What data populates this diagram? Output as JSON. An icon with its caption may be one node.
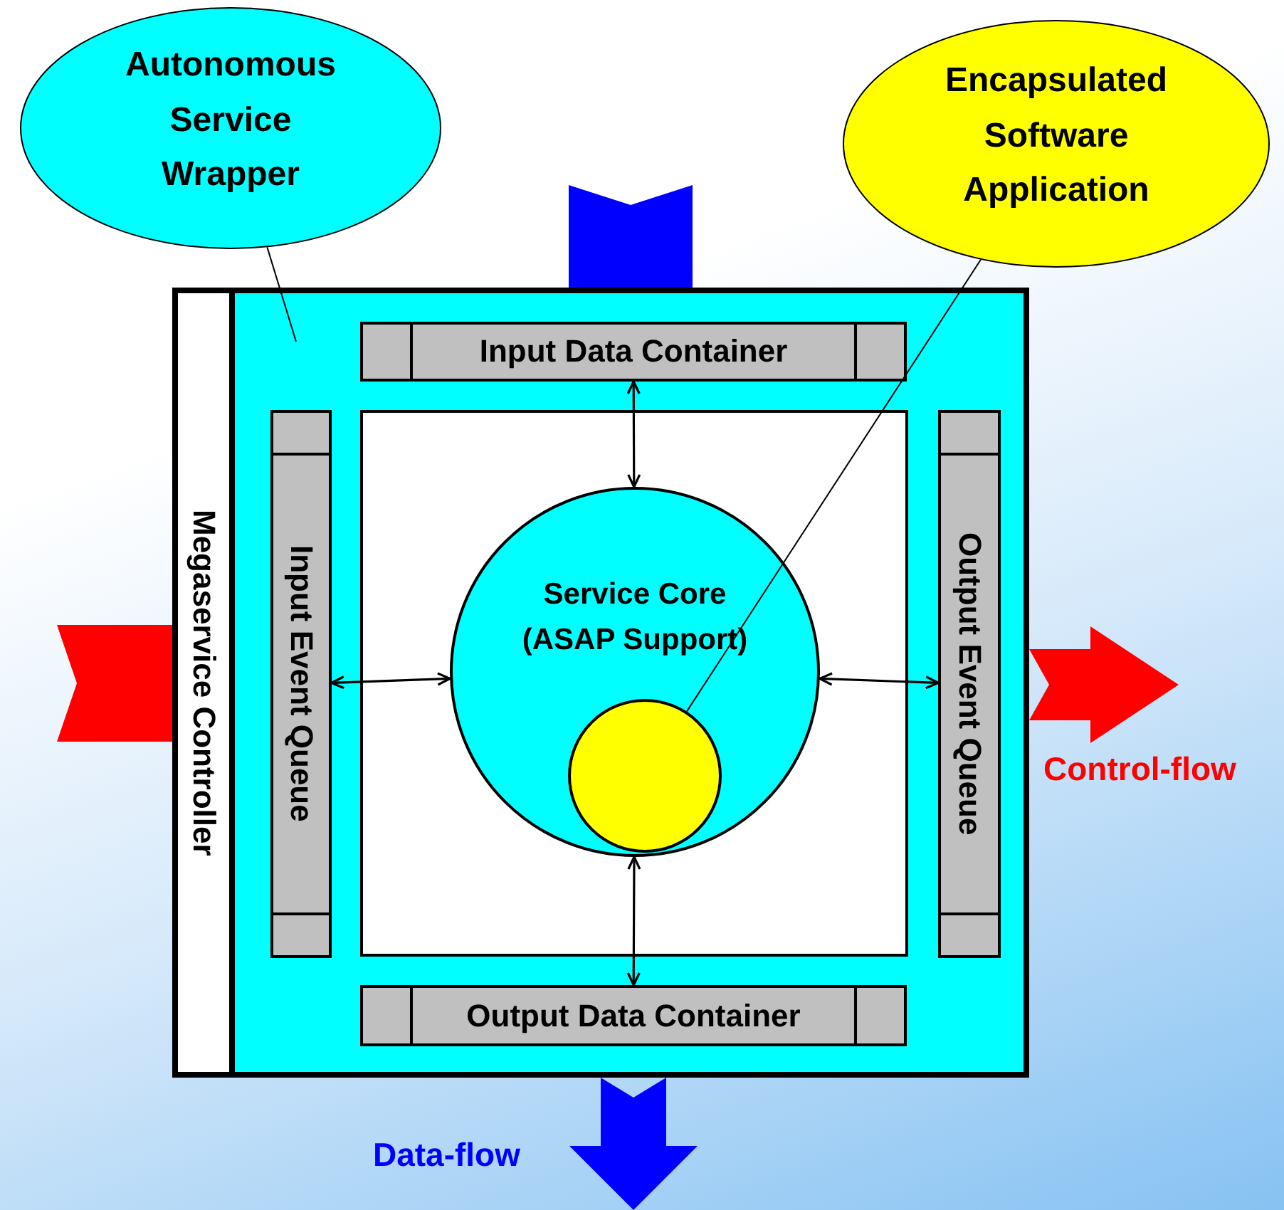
{
  "diagram": {
    "nodes": [
      {
        "text": [
          "Autonomous Service Wrapper"
        ]
      },
      {
        "text": [
          "Encapsulated Software Application"
        ]
      },
      {
        "text": [],
        "shape": "box"
      },
      {
        "text": [
          "Megaservice Controller"
        ]
      },
      {
        "text": [
          "Input Data Container"
        ],
        "in": 2
      },
      {
        "text": [
          "Input Event Queue"
        ],
        "in": 2
      },
      {
        "text": [],
        "shape": "box",
        "in": 2
      },
      {
        "text": [
          "Service Core (ASAP Support)"
        ],
        "in": 6
      },
      {
        "text": [],
        "shape": "circle",
        "in": 7
      },
      {
        "text": [
          "Output Event Queue"
        ],
        "in": 2
      },
      {
        "text": [
          "Output Data Container"
        ],
        "in": 2
      }
    ],
    "edges": [
      {
        "from": 0,
        "to": 2,
        "arrow": "none"
      },
      {
        "from": 1,
        "to": 8,
        "arrow": "none"
      },
      {
        "from": 7,
        "to": 4,
        "arrow": "both"
      },
      {
        "from": 7,
        "to": 5,
        "arrow": "both"
      },
      {
        "from": 7,
        "to": 9,
        "arrow": "both"
      },
      {
        "from": 7,
        "to": 10,
        "arrow": "both"
      },
      {
        "from": null,
        "to": 2,
        "arrow": "none",
        "style": "thick",
        "color": "#0000ff"
      },
      {
        "from": 2,
        "to": null,
        "arrow": "to",
        "style": "thick",
        "color": "#0000ff"
      },
      {
        "from": null,
        "to": 3,
        "arrow": "none",
        "style": "thick",
        "color": "#ff0000"
      },
      {
        "from": 2,
        "to": null,
        "arrow": "to",
        "style": "thick",
        "color": "#ff0000"
      }
    ],
    "labels": [
      "Control-flow",
      "Data-flow"
    ]
  }
}
